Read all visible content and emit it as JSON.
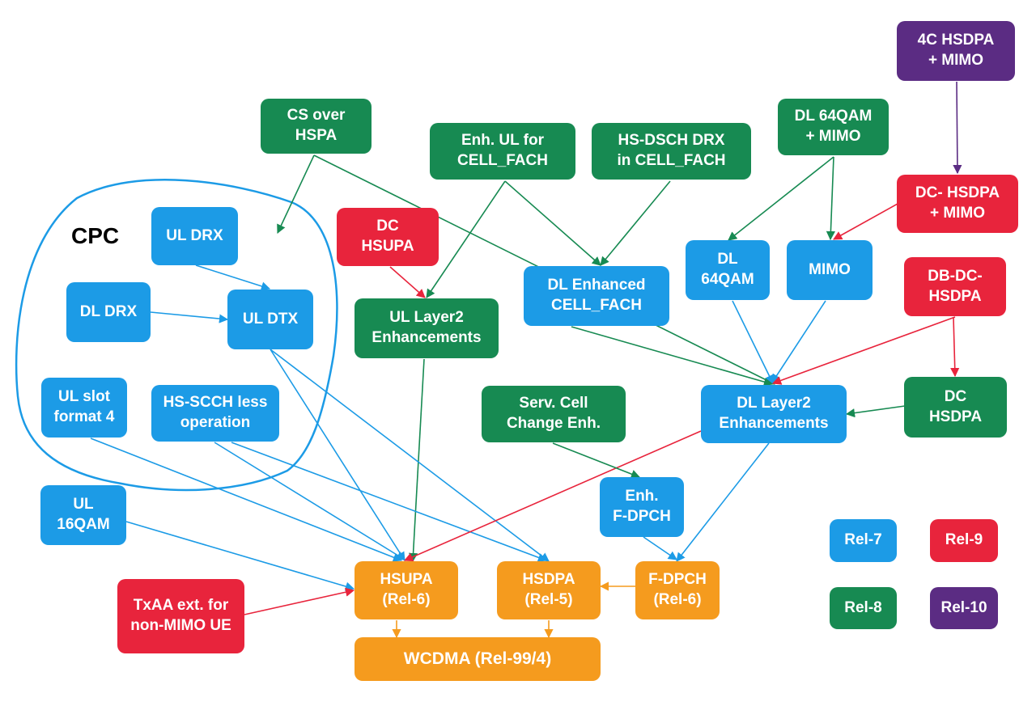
{
  "colors": {
    "rel7": "#1c9be6",
    "rel8": "#178a52",
    "rel9": "#e8243c",
    "rel10": "#5b2c83",
    "base": "#f59b1e",
    "cpc_outline": "#1c9be6"
  },
  "cpc_label": "CPC",
  "nodes": {
    "cs_over_hspa": "CS over\nHSPA",
    "enh_ul_cell_fach": "Enh. UL for\nCELL_FACH",
    "hs_dsch_drx": "HS-DSCH DRX\nin CELL_FACH",
    "dl_64qam_mimo": "DL 64QAM\n+ MIMO",
    "hsdpa_4c_mimo": "4C HSDPA\n+ MIMO",
    "dc_hsdpa_mimo": "DC- HSDPA\n+ MIMO",
    "ul_drx": "UL DRX",
    "dc_hsupa": "DC\nHSUPA",
    "dl_64qam": "DL\n64QAM",
    "mimo": "MIMO",
    "dl_drx": "DL DRX",
    "ul_dtx": "UL DTX",
    "dl_enh_cell_fach": "DL Enhanced\nCELL_FACH",
    "ul_layer2": "UL Layer2\nEnhancements",
    "db_dc_hsdpa": "DB-DC-\nHSDPA",
    "ul_slot_format4": "UL slot\nformat 4",
    "hs_scch_less": "HS-SCCH less\noperation",
    "serv_cell_change": "Serv. Cell\nChange Enh.",
    "dl_layer2": "DL Layer2\nEnhancements",
    "dc_hsdpa": "DC\nHSDPA",
    "enh_f_dpch": "Enh.\nF-DPCH",
    "ul_16qam": "UL\n16QAM",
    "hsupa": "HSUPA\n(Rel-6)",
    "hsdpa": "HSDPA\n(Rel-5)",
    "f_dpch": "F-DPCH\n(Rel-6)",
    "txaa": "TxAA ext. for\nnon-MIMO UE",
    "wcdma": "WCDMA (Rel-99/4)"
  },
  "legend": {
    "rel7": "Rel-7",
    "rel8": "Rel-8",
    "rel9": "Rel-9",
    "rel10": "Rel-10"
  },
  "edges": [
    {
      "from": "cs_over_hspa",
      "to": "cpc",
      "color": "rel8"
    },
    {
      "from": "cs_over_hspa",
      "to": "dl_layer2",
      "color": "rel8"
    },
    {
      "from": "enh_ul_cell_fach",
      "to": "ul_layer2",
      "color": "rel8"
    },
    {
      "from": "enh_ul_cell_fach",
      "to": "dl_enh_cell_fach",
      "color": "rel8"
    },
    {
      "from": "hs_dsch_drx",
      "to": "dl_enh_cell_fach",
      "color": "rel8"
    },
    {
      "from": "dl_64qam_mimo",
      "to": "dl_64qam",
      "color": "rel8"
    },
    {
      "from": "dl_64qam_mimo",
      "to": "mimo",
      "color": "rel8"
    },
    {
      "from": "hsdpa_4c_mimo",
      "to": "dc_hsdpa_mimo",
      "color": "rel10"
    },
    {
      "from": "dc_hsdpa_mimo",
      "to": "mimo",
      "color": "rel9"
    },
    {
      "from": "dc_hsupa",
      "to": "ul_layer2",
      "color": "rel9"
    },
    {
      "from": "ul_drx",
      "to": "ul_dtx",
      "color": "rel7"
    },
    {
      "from": "dl_drx",
      "to": "ul_dtx",
      "color": "rel7"
    },
    {
      "from": "dl_enh_cell_fach",
      "to": "dl_layer2",
      "color": "rel8"
    },
    {
      "from": "dl_64qam",
      "to": "dl_layer2",
      "color": "rel7"
    },
    {
      "from": "mimo",
      "to": "dl_layer2",
      "color": "rel7"
    },
    {
      "from": "db_dc_hsdpa",
      "to": "dl_layer2",
      "color": "rel9"
    },
    {
      "from": "db_dc_hsdpa",
      "to": "dc_hsdpa",
      "color": "rel9"
    },
    {
      "from": "dc_hsdpa",
      "to": "dl_layer2",
      "color": "rel8"
    },
    {
      "from": "ul_layer2",
      "to": "hsupa",
      "color": "rel8"
    },
    {
      "from": "ul_dtx",
      "to": "hsupa",
      "color": "rel7"
    },
    {
      "from": "ul_dtx",
      "to": "hsdpa",
      "color": "rel7"
    },
    {
      "from": "ul_slot_format4",
      "to": "hsupa",
      "color": "rel7"
    },
    {
      "from": "hs_scch_less",
      "to": "hsupa",
      "color": "rel7"
    },
    {
      "from": "hs_scch_less",
      "to": "hsdpa",
      "color": "rel7"
    },
    {
      "from": "dl_layer2",
      "to": "hsupa",
      "color": "rel9"
    },
    {
      "from": "dl_layer2",
      "to": "f_dpch",
      "color": "rel7"
    },
    {
      "from": "serv_cell_change",
      "to": "enh_f_dpch",
      "color": "rel8"
    },
    {
      "from": "enh_f_dpch",
      "to": "f_dpch",
      "color": "rel7"
    },
    {
      "from": "ul_16qam",
      "to": "hsupa",
      "color": "rel7"
    },
    {
      "from": "txaa",
      "to": "hsupa",
      "color": "rel9"
    },
    {
      "from": "f_dpch",
      "to": "hsdpa",
      "color": "base"
    },
    {
      "from": "hsupa",
      "to": "wcdma",
      "color": "base"
    },
    {
      "from": "hsdpa",
      "to": "wcdma",
      "color": "base"
    }
  ]
}
